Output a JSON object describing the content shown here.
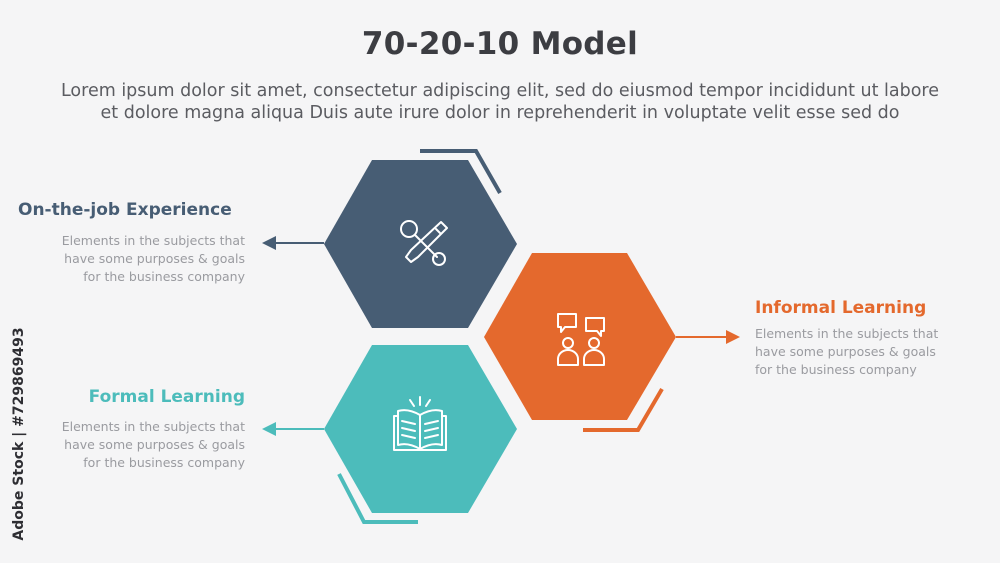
{
  "title": "70-20-10 Model",
  "subtitle": [
    "Lorem ipsum dolor sit amet, consectetur adipiscing elit, sed do eiusmod tempor incididunt ut labore",
    "et dolore magna aliqua Duis aute irure dolor in reprehenderit in voluptate velit esse sed do"
  ],
  "items": [
    {
      "heading": "On-the-job Experience",
      "desc": [
        "Elements in the subjects that",
        "have  some purposes & goals",
        "for the  business company"
      ],
      "icon": "tools-icon",
      "color": "#475d74"
    },
    {
      "heading": "Informal Learning",
      "desc": [
        "Elements in the subjects that",
        "have  some purposes & goals",
        "for the  business company"
      ],
      "icon": "discussion-icon",
      "color": "#e4692d"
    },
    {
      "heading": "Formal Learning",
      "desc": [
        "Elements in the subjects that",
        "have  some purposes & goals",
        "for the  business company"
      ],
      "icon": "open-book-icon",
      "color": "#4cbcbb"
    }
  ],
  "watermark": "Adobe Stock | #729869493"
}
